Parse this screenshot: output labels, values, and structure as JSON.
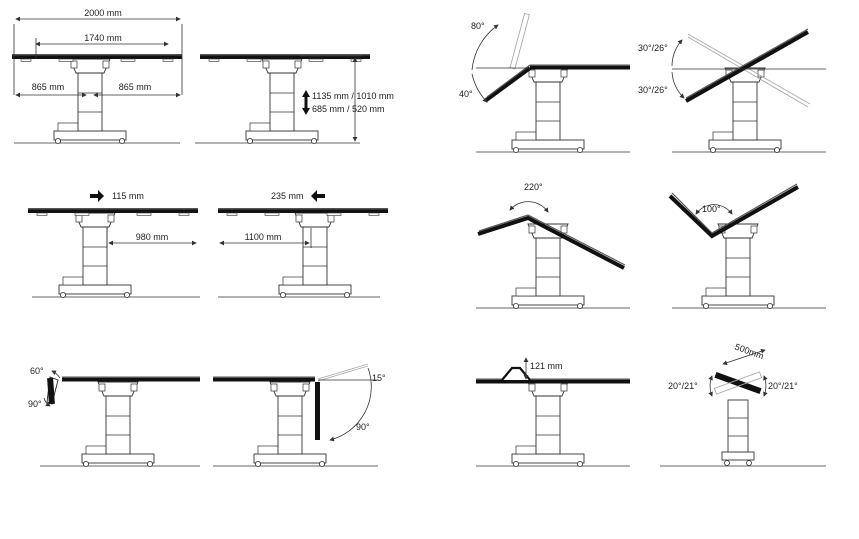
{
  "labels": {
    "length_total": "2000 mm",
    "length_inner": "1740 mm",
    "length_left": "865 mm",
    "length_right": "865 mm",
    "height_max": "1135 mm / 1010 mm",
    "height_min": "685 mm / 520 mm",
    "shift_right": "115 mm",
    "reach_right": "980 mm",
    "shift_left": "235 mm",
    "reach_left": "1100 mm",
    "head_up": "60°",
    "head_down": "90°",
    "leg_up": "15°",
    "leg_down": "90°",
    "back_up": "80°",
    "back_down": "40°",
    "trend_up": "30°/26°",
    "trend_down": "30°/26°",
    "flex": "220°",
    "reflex": "100°",
    "bridge": "121 mm",
    "width": "500mm",
    "tilt_left": "20°/21°",
    "tilt_right": "20°/21°"
  }
}
